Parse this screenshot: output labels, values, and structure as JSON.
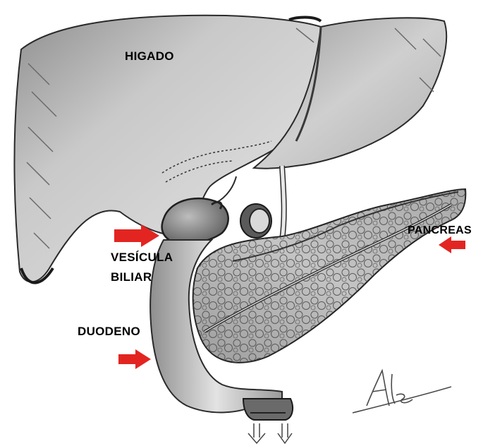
{
  "labels": {
    "liver": "HIGADO",
    "gallbladder_line1": "VESÍCULA",
    "gallbladder_line2": "BILIAR",
    "duodenum": "DUODENO",
    "pancreas": "PANCREAS"
  },
  "signature": "Ale",
  "colors": {
    "arrow": "#e32521",
    "background": "#ffffff",
    "ink": "#2a2a2a",
    "shade": "#b8b8b8"
  },
  "icons": {
    "arrow": "right-arrow-icon",
    "arrow_left": "left-arrow-icon"
  }
}
